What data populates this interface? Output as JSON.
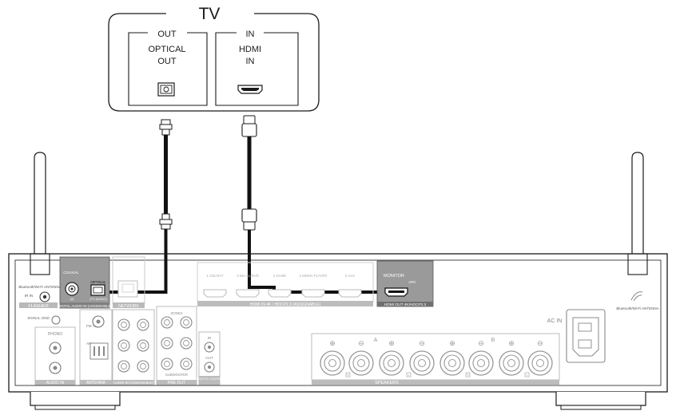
{
  "tv": {
    "title": "TV",
    "out_panel": {
      "heading": "OUT",
      "line1": "OPTICAL",
      "line2": "OUT"
    },
    "in_panel": {
      "heading": "IN",
      "line1": "HDMI",
      "line2": "IN"
    }
  },
  "receiver": {
    "left_antenna_label": "Bluetooth/Wi-Fi ANTENNA",
    "right_antenna_label": "Bluetooth/Wi-Fi ANTENNA",
    "ir_label": "IR IN",
    "flasher_label": "FLASHER",
    "coaxial_label": "COAXIAL",
    "optical_label": "OPTICAL",
    "coaxial_sub": "(2)",
    "optical_sub": "(TV AUDIO)",
    "digital_audio_label": "DIGITAL AUDIO IN (ASSIGNABLE)",
    "network_label": "NETWORK",
    "hdmi_inputs": [
      "1 CBL/SAT",
      "2 Blu-ray/DVD",
      "3 GAME",
      "4 MEDIA PLAYER",
      "5 AUX"
    ],
    "hdmi_in_label": "HDMI IN  4K / HDCP2.3 (ASSIGNABLE)",
    "monitor_label": "MONITOR",
    "arc_label": "ARC",
    "hdmi_out_label": "HDMI OUT 4K/HDCP2.3",
    "signal_gnd_label": "SIGNAL GND",
    "phono_label": "PHONO",
    "audio_in_label": "AUDIO IN",
    "fm_label": "FM 75Ω",
    "am_label": "AM",
    "antenna_label": "ANTENNA",
    "audio_in_assignable_label": "AUDIO IN (ASSIGNABLE)",
    "zone2_label": "ZONE2",
    "pre_out_label": "PRE OUT",
    "subwoofer_label": "SUBWOOFER",
    "remote_control_label": "REMOTE CONTROL",
    "ir_in_label": "IR",
    "ir_out_label": "OUT",
    "ac_in_label": "AC IN",
    "speakers_label": "SPEAKERS",
    "speaker_a_label": "A",
    "speaker_b_label": "B",
    "speaker_r_label": "R",
    "speaker_l_label": "L",
    "plus_symbol": "⊕",
    "minus_symbol": "⊖"
  },
  "colors": {
    "line": "#1a1a1a",
    "gray_block": "#9a9a9a",
    "faint": "#c8c8c8",
    "cable": "#111111"
  }
}
